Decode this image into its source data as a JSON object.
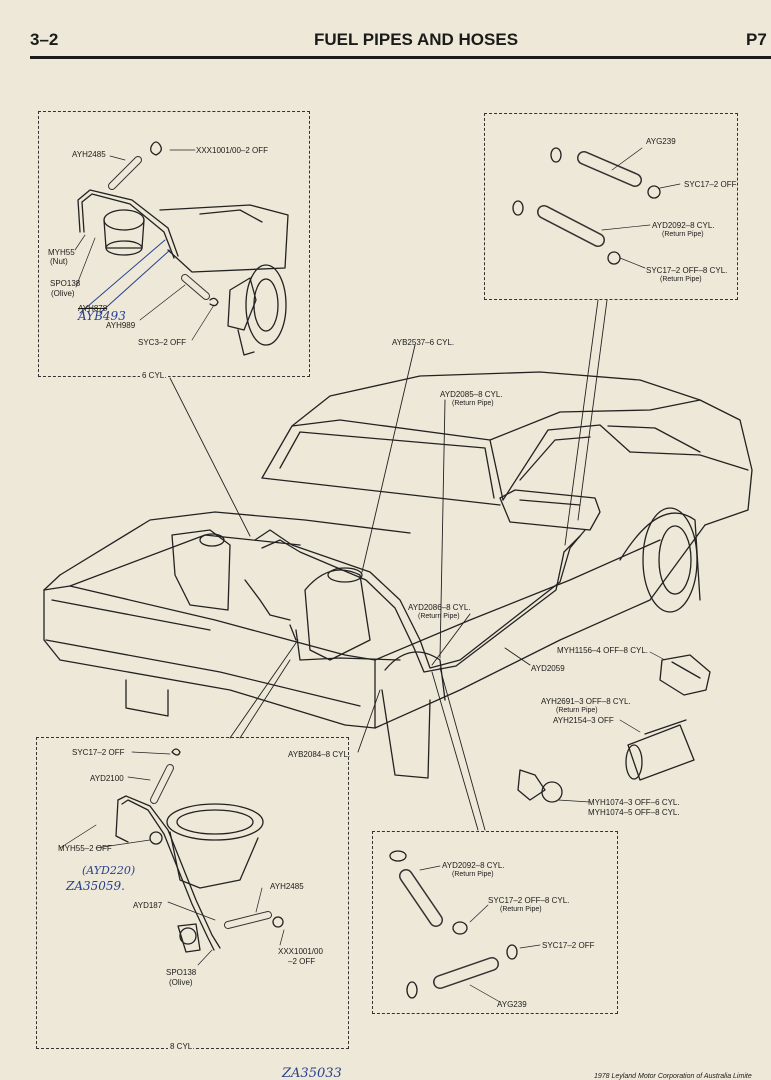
{
  "header": {
    "page_number": "3–2",
    "title": "FUEL PIPES AND HOSES",
    "plate": "P7"
  },
  "top_left_panel": {
    "ayh2485": "AYH2485",
    "xxx_clip": "XXX1001/00–2 OFF",
    "myh55": "MYH55",
    "myh55_sub": "(Nut)",
    "spo138": "SPO138",
    "spo138_sub": "(Olive)",
    "ayh878": "AYH878",
    "ayh989": "AYH989",
    "syc3": "SYC3–2 OFF",
    "handwritten": "AYB493",
    "panel_caption": "6 CYL."
  },
  "top_right_panel": {
    "ayg239": "AYG239",
    "syc17": "SYC17–2 OFF",
    "ayd2092": "AYD2092–8 CYL.",
    "ayd2092_sub": "(Return Pipe)",
    "syc17_8cyl": "SYC17–2 OFF–8 CYL.",
    "syc17_8cyl_sub": "(Return Pipe)"
  },
  "main_diagram": {
    "ayb2537": "AYB2537–6 CYL.",
    "ayd2085": "AYD2085–8 CYL.",
    "ayd2085_sub": "(Return Pipe)",
    "ayd2086": "AYD2086–8 CYL.",
    "ayd2086_sub": "(Return Pipe)",
    "ayd2059": "AYD2059",
    "ayb2084": "AYB2084–8 CYL.",
    "myh1156": "MYH1156–4 OFF–8 CYL.",
    "ayh2691": "AYH2691–3 OFF–8 CYL.",
    "ayh2691_sub": "(Return Pipe)",
    "ayh2154": "AYH2154–3 OFF",
    "myh1074_a": "MYH1074–3 OFF–6 CYL.",
    "myh1074_b": "MYH1074–5 OFF–8 CYL."
  },
  "bottom_left_panel": {
    "syc17": "SYC17–2 OFF",
    "ayd2100": "AYD2100",
    "myh55": "MYH55–2 OFF",
    "ayd220": "(AYD220)",
    "handwritten": "ZA35059.",
    "ayd187": "AYD187",
    "ayh2485": "AYH2485",
    "xxx_clip": "XXX1001/00",
    "xxx_clip_qty": "–2 OFF",
    "spo138": "SPO138",
    "spo138_sub": "(Olive)",
    "panel_caption": "8 CYL."
  },
  "bottom_right_panel": {
    "ayd2092": "AYD2092–8 CYL.",
    "ayd2092_sub": "(Return Pipe)",
    "syc17_8cyl": "SYC17–2 OFF–8 CYL.",
    "syc17_8cyl_sub": "(Return Pipe)",
    "syc17": "SYC17–2 OFF",
    "ayg239": "AYG239"
  },
  "footer": {
    "handwritten": "ZA35033",
    "copyright_fragment": "1978 Leyland Motor Corporation of Australia Limite"
  }
}
